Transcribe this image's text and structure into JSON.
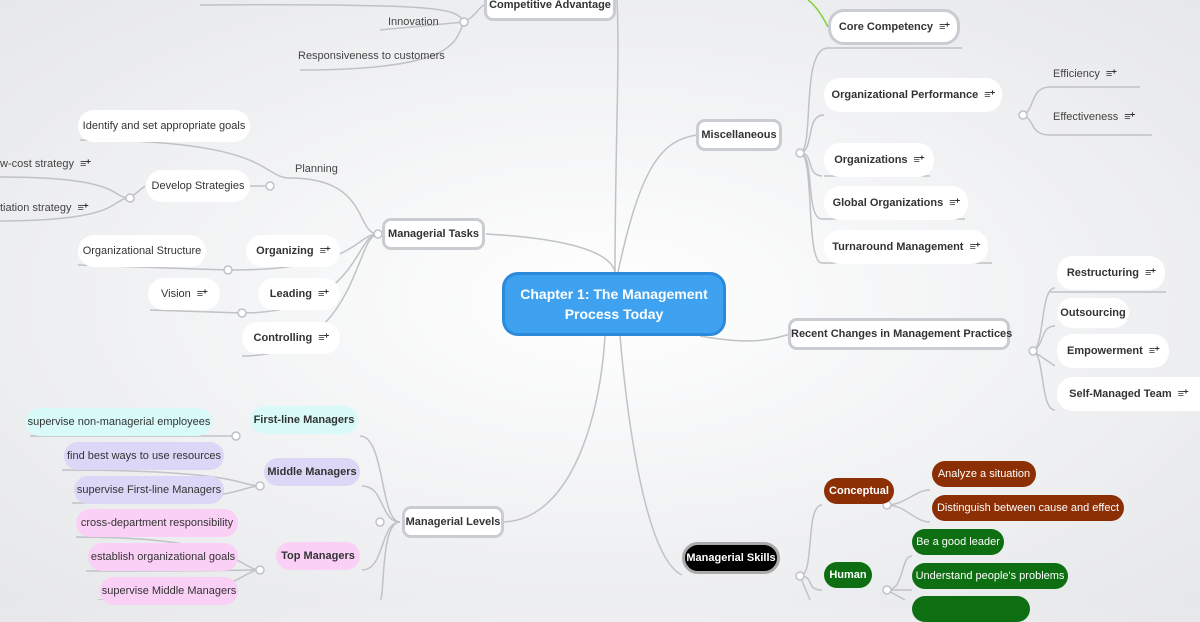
{
  "central": "Chapter 1: The Management Process Today",
  "competitive_advantage": {
    "title": "Competitive Advantage",
    "items": [
      "Innovation",
      "Responsiveness to customers"
    ]
  },
  "managerial_tasks": {
    "title": "Managerial Tasks",
    "planning": "Planning",
    "identify": "Identify and set appropriate goals",
    "develop": "Develop Strategies",
    "low_cost": "w-cost strategy",
    "differentiation": "tiation strategy",
    "organizing": "Organizing",
    "org_structure": "Organizational Structure",
    "leading": "Leading",
    "vision": "Vision",
    "controlling": "Controlling"
  },
  "managerial_levels": {
    "title": "Managerial Levels",
    "first_line": "First-line Managers",
    "first_line_item": "supervise non-managerial employees",
    "middle": "Middle Managers",
    "middle_items": [
      "find best ways to use resources",
      "supervise First-line Managers"
    ],
    "top": "Top Managers",
    "top_items": [
      "cross-department responsibility",
      "establish organizational goals",
      "supervise Middle Managers"
    ]
  },
  "miscellaneous": {
    "title": "Miscellaneous",
    "core": "Core Competency",
    "org_perf": "Organizational Performance",
    "efficiency": "Efficiency",
    "effectiveness": "Effectiveness",
    "organizations": "Organizations",
    "global": "Global Organizations",
    "turnaround": "Turnaround Management"
  },
  "recent_changes": {
    "title": "Recent Changes in Management Practices",
    "items": [
      "Restructuring",
      "Outsourcing",
      "Empowerment",
      "Self-Managed Team"
    ]
  },
  "managerial_skills": {
    "title": "Managerial Skills",
    "conceptual": "Conceptual",
    "conceptual_items": [
      "Analyze a situation",
      "Distinguish between cause and effect"
    ],
    "human": "Human",
    "human_items": [
      "Be a good leader",
      "Understand people's problems"
    ]
  },
  "note_icon": "≡⁺",
  "colors": {
    "central": "#3fa2f0",
    "first_line": "#d8fbfa",
    "middle": "#dcd6f7",
    "top": "#fad0f6",
    "conceptual": "#8c2f05",
    "human": "#0d6f12",
    "skills": "#000000"
  }
}
